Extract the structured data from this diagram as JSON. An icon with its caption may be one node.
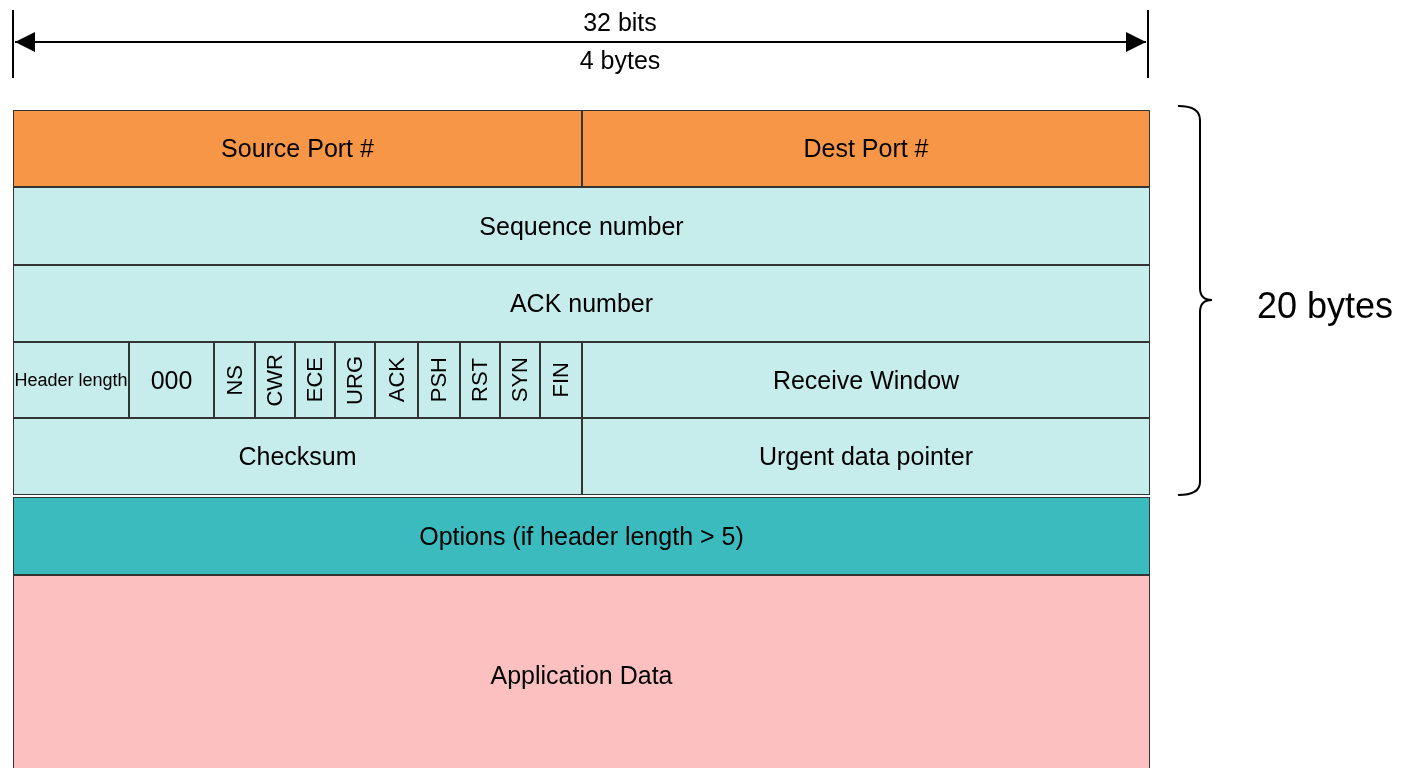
{
  "diagram": {
    "nodes": [
      {
        "text": [
          "Source Port #"
        ]
      },
      {
        "text": [
          "Dest Port #"
        ]
      },
      {
        "text": [
          "Sequence number"
        ]
      },
      {
        "text": [
          "ACK number"
        ]
      },
      {
        "text": [
          "Header length"
        ]
      },
      {
        "text": [
          "000"
        ]
      },
      {
        "text": [
          "NS"
        ]
      },
      {
        "text": [
          "CWR"
        ]
      },
      {
        "text": [
          "ECE"
        ]
      },
      {
        "text": [
          "URG"
        ]
      },
      {
        "text": [
          "ACK"
        ]
      },
      {
        "text": [
          "PSH"
        ]
      },
      {
        "text": [
          "RST"
        ]
      },
      {
        "text": [
          "SYN"
        ]
      },
      {
        "text": [
          "FIN"
        ]
      },
      {
        "text": [
          "Receive Window"
        ]
      },
      {
        "text": [
          "Checksum"
        ]
      },
      {
        "text": [
          "Urgent data pointer"
        ]
      },
      {
        "text": [
          "Options (if header length > 5)"
        ]
      },
      {
        "text": [
          "Application Data"
        ]
      }
    ],
    "edges": [],
    "labels": [
      "32 bits",
      "4 bytes",
      "20 bytes"
    ]
  }
}
